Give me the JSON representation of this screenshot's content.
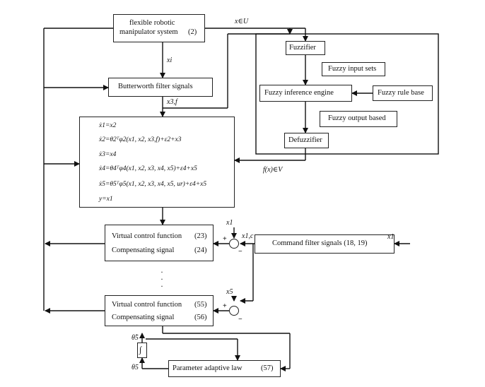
{
  "blocks": {
    "plant": {
      "name": "flexible robotic",
      "name2": "manipulator system",
      "ref": "(2)"
    },
    "butterworth": "Butterworth filter signals",
    "fuzzifier": "Fuzzifier",
    "fuzzy_input_sets": "Fuzzy input sets",
    "inference_engine": "Fuzzy inference engine",
    "rule_base": "Fuzzy rule base",
    "output_based": "Fuzzy output based",
    "defuzzifier": "Defuzzifier",
    "vcf1": {
      "line1": "Virtual control function",
      "ref1": "(23)",
      "line2": "Compensating signal",
      "ref2": "(24)"
    },
    "vcf2": {
      "line1": "Virtual control function",
      "ref1": "(55)",
      "line2": "Compensating signal",
      "ref2": "(56)"
    },
    "command_filter": "Command filter signals (18, 19)",
    "integrator": "∫",
    "adaptive_law": {
      "label": "Parameter adaptive law",
      "ref": "(57)"
    }
  },
  "equations": [
    "ẋ1=x2",
    "ẋ2=θ2ᵀφ2(x1, x2, x3,f)+ε2+x3",
    "ẋ3=x4",
    "ẋ4=θ4ᵀφ4(x1, x2, x3, x4, x5)+ε4+x5",
    "ẋ5=θ5ᵀφ5(x1, x2, x3, x4, x5, ur)+ε4+x5",
    "y=x1"
  ],
  "signals": {
    "x_in_U": "x∈U",
    "xi": "xi",
    "x3f": "x3,f",
    "fx_in_V": "f(x)∈V",
    "x1": "x1",
    "x1c": "x1,c",
    "x1_input": "x1",
    "x5": "x5",
    "theta_hat": "θ̂5",
    "theta": "θ5",
    "plus": "+",
    "minus": "−"
  },
  "dots": "·\n·\n·"
}
